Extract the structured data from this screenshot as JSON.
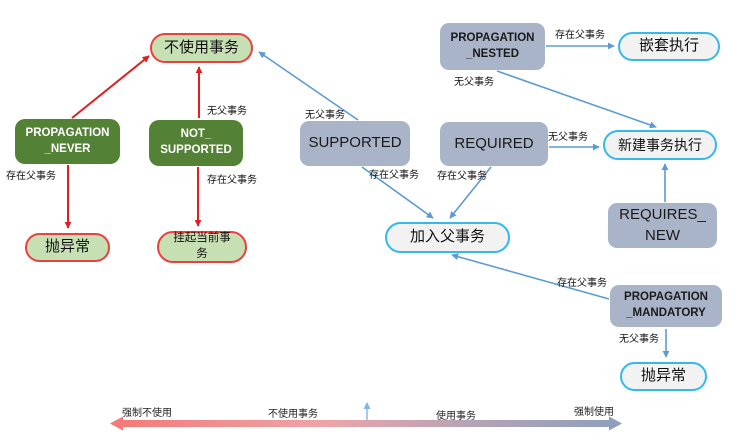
{
  "nodes": {
    "no_tx": {
      "label": "不使用事务"
    },
    "never": {
      "label": "PROPAGATION\n_NEVER"
    },
    "not_supported": {
      "label": "NOT_\nSUPPORTED"
    },
    "throw_left": {
      "label": "抛异常"
    },
    "suspend": {
      "label": "挂起当前事\n务"
    },
    "supported": {
      "label": "SUPPORTED"
    },
    "required": {
      "label": "REQUIRED"
    },
    "nested": {
      "label": "PROPAGATION\n_NESTED"
    },
    "nested_exec": {
      "label": "嵌套执行"
    },
    "new_tx_exec": {
      "label": "新建事务执行"
    },
    "requires_new": {
      "label": "REQUIRES_\nNEW"
    },
    "join_parent": {
      "label": "加入父事务"
    },
    "mandatory": {
      "label": "PROPAGATION\n_MANDATORY"
    },
    "throw_right": {
      "label": "抛异常"
    }
  },
  "edge_labels": [
    "存在父事务",
    "无父事务",
    "存在父事务",
    "无父事务",
    "存在父事务",
    "存在父事务",
    "无父事务",
    "存在父事务",
    "无父事务",
    "存在父事务",
    "无父事务"
  ],
  "axis": {
    "labels": [
      "强制不使用",
      "不使用事务",
      "使用事务",
      "强制使用"
    ]
  },
  "colors": {
    "dark_green_box": "#538135",
    "light_green_pill": "#c6e0b4",
    "red_border": "#ea4040",
    "red_arrow": "#e02020",
    "gray_blue_box": "#aab4c8",
    "cyan_border": "#35b9ea",
    "pill_fill": "#f2f2f2",
    "blue_arrow": "#5b9bd5",
    "bar_left": "#f57876",
    "bar_right": "#8c9fbc"
  }
}
